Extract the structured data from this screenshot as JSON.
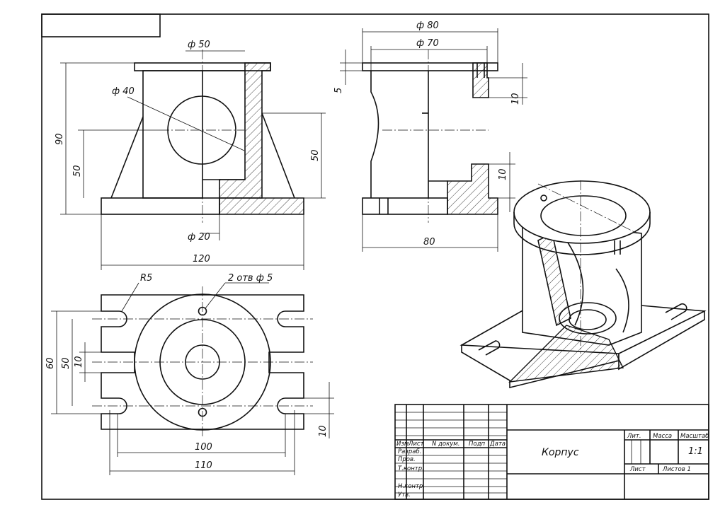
{
  "front_view": {
    "dims": {
      "d50": "ф 50",
      "d40": "ф 40",
      "d20": "ф 20",
      "h90": "90",
      "h50_left": "50",
      "h50_right": "50",
      "w120": "120"
    }
  },
  "side_view": {
    "dims": {
      "d80": "ф 80",
      "d70": "ф 70",
      "t5": "5",
      "t10_top": "10",
      "t10_mid": "10",
      "w80": "80"
    }
  },
  "top_view": {
    "dims": {
      "r5": "R5",
      "holes": "2 отв ф 5",
      "h60": "60",
      "h50": "50",
      "h10_left": "10",
      "h10_right": "10",
      "w100": "100",
      "w110": "110"
    }
  },
  "title_block": {
    "headers": {
      "izm": "Изм",
      "list": "Лист",
      "doc": "N докум.",
      "sign": "Подп",
      "date": "Дата"
    },
    "roles": {
      "razrab": "Разраб.",
      "prov": "Пров.",
      "tkontr": "Т.контр.",
      "nkontr": "Н.контр.",
      "utv": "Утв."
    },
    "name": "Корпус",
    "lit": "Лит.",
    "mass": "Масса",
    "scale_label": "Масштаб",
    "scale_value": "1:1",
    "sheet": "Лист",
    "sheets": "Листов 1"
  }
}
